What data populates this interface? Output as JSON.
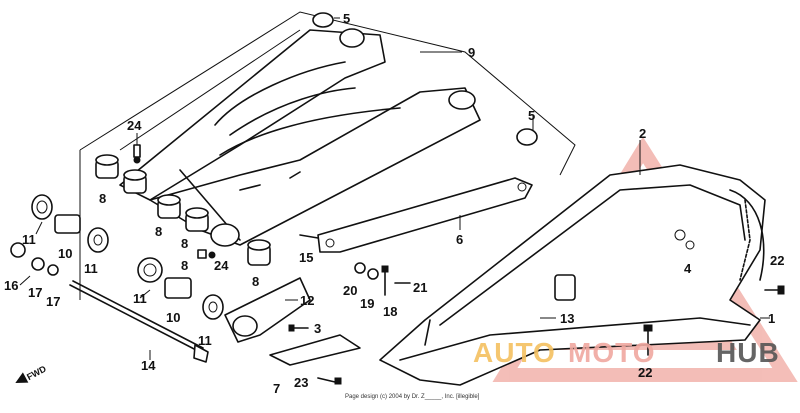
{
  "callouts": {
    "c5a": "5",
    "c9": "9",
    "c5b": "5",
    "c24a": "24",
    "c8a": "8",
    "c8b": "8",
    "c8c": "8",
    "c8d": "8",
    "c8e": "8",
    "c11a": "11",
    "c10a": "10",
    "c11b": "11",
    "c24b": "24",
    "c16": "16",
    "c17a": "17",
    "c17b": "17",
    "c11c": "11",
    "c10b": "10",
    "c11d": "11",
    "c14": "14",
    "c12": "12",
    "c3": "3",
    "c7": "7",
    "c23": "23",
    "c6": "6",
    "c15": "15",
    "c20": "20",
    "c19": "19",
    "c18": "18",
    "c21": "21",
    "c13": "13",
    "c2": "2",
    "c4": "4",
    "c22a": "22",
    "c1": "1",
    "c22b": "22"
  },
  "fwd_label": "FWD",
  "copyright": "Page design (c) 2004 by Dr. Z_____, Inc. [illegible]",
  "watermark": {
    "word1": "AUTO",
    "word2": "MOTO",
    "word3": "HUB",
    "color_primary": "#f0a8a0",
    "color_secondary": "#f4c060",
    "color_tertiary": "#555555"
  }
}
